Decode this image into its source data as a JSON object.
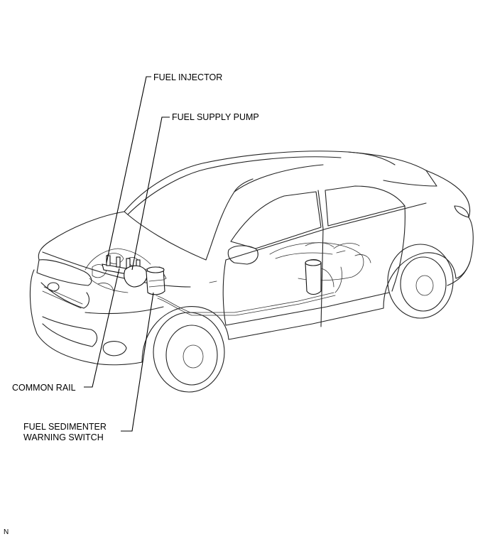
{
  "diagram": {
    "labels": {
      "fuel_injector": "FUEL INJECTOR",
      "fuel_supply_pump": "FUEL SUPPLY PUMP",
      "common_rail": "COMMON RAIL",
      "fuel_sedimenter_warning_switch": "FUEL SEDIMENTER\nWARNING SWITCH"
    },
    "figure_code": "N"
  }
}
